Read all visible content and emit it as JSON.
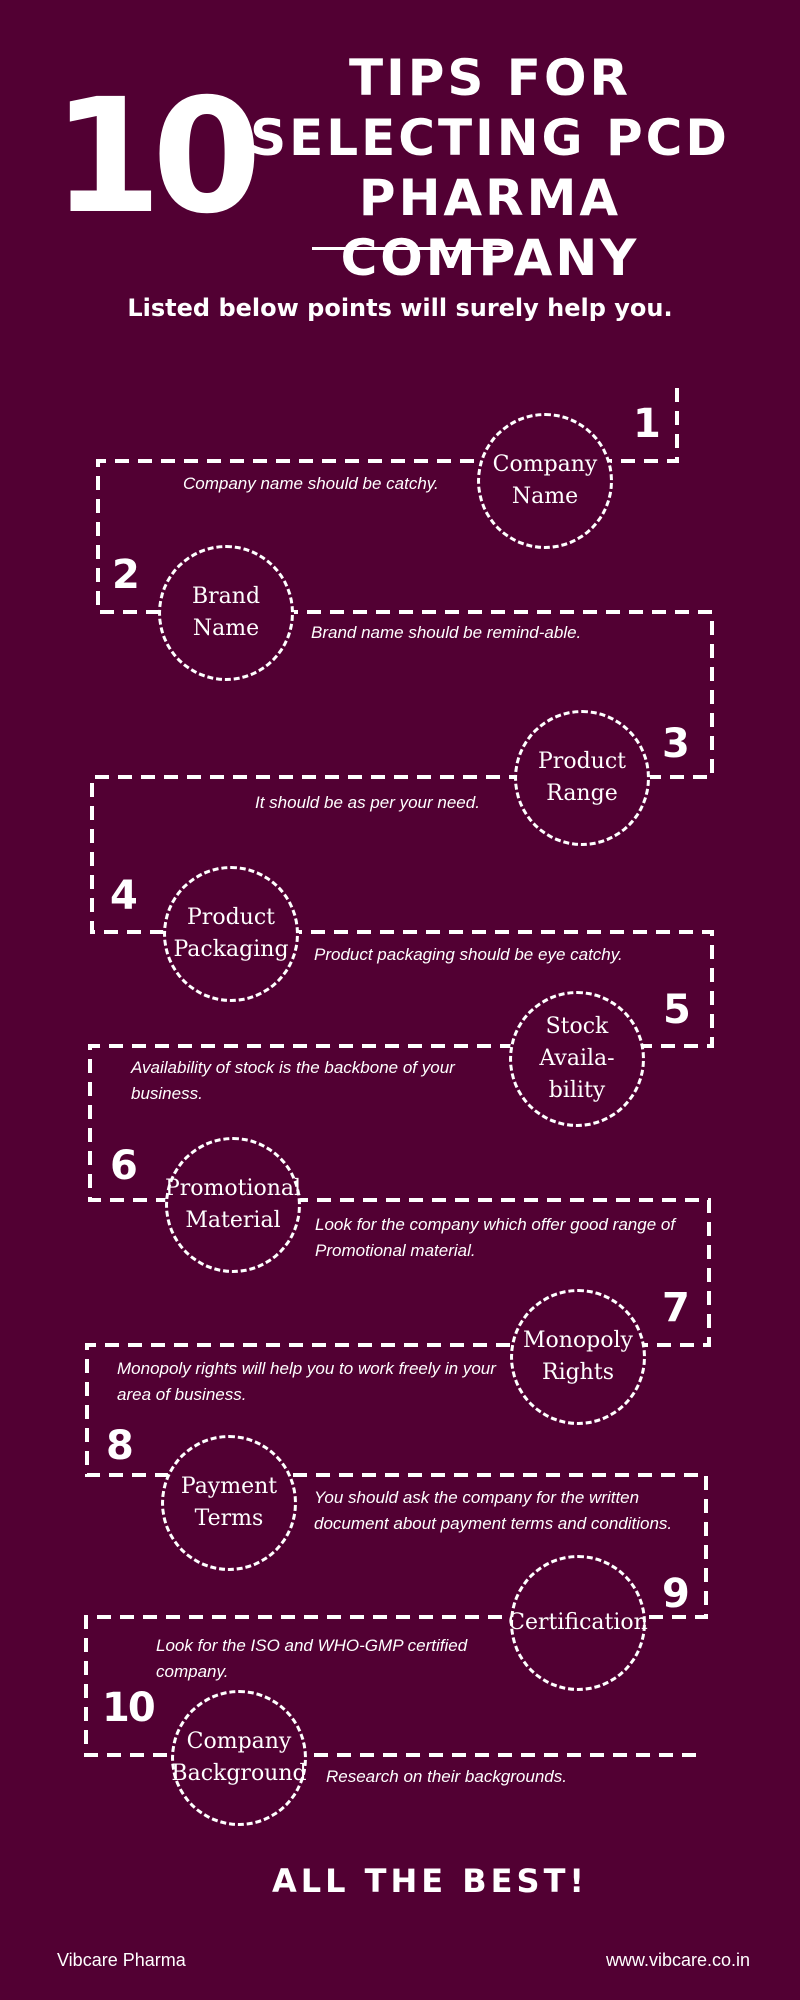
{
  "header": {
    "number": "10",
    "title": "TIPS FOR SELECTING PCD PHARMA COMPANY",
    "subtitle": "Listed below points will surely help you."
  },
  "tips": [
    {
      "number": "1",
      "name": "Company\nName",
      "desc": "Company name should be catchy."
    },
    {
      "number": "2",
      "name": "Brand\nName",
      "desc": "Brand name should be remind-able."
    },
    {
      "number": "3",
      "name": "Product\nRange",
      "desc": "It should be as per your need."
    },
    {
      "number": "4",
      "name": "Product\nPackaging",
      "desc": "Product packaging should be eye catchy."
    },
    {
      "number": "5",
      "name": "Stock\nAvaila-\nbility",
      "desc": "Availability of stock is the backbone of your business."
    },
    {
      "number": "6",
      "name": "Promotional\nMaterial",
      "desc": "Look for the company which offer good range of Promotional material."
    },
    {
      "number": "7",
      "name": "Monopoly\nRights",
      "desc": "Monopoly rights will help you to work freely in your area of business."
    },
    {
      "number": "8",
      "name": "Payment\nTerms",
      "desc": "You should ask the company for the written document about payment terms and conditions."
    },
    {
      "number": "9",
      "name": "Certification",
      "desc": "Look for the ISO and WHO-GMP certified company."
    },
    {
      "number": "10",
      "name": "Company\nBackground",
      "desc": "Research on their backgrounds."
    }
  ],
  "closing": "ALL THE BEST!",
  "footer": {
    "brand": "Vibcare Pharma",
    "website": "www.vibcare.co.in"
  },
  "colors": {
    "background": "#520033",
    "foreground": "#ffffff"
  }
}
